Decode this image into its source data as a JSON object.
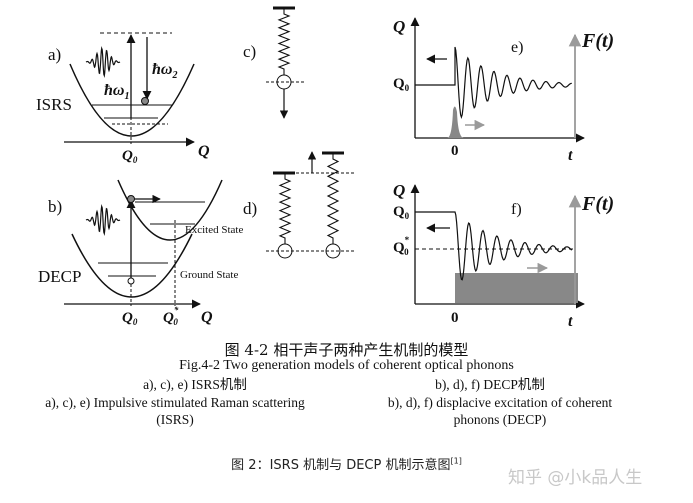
{
  "panels": {
    "a": {
      "tag": "a)",
      "hw1": "ħω",
      "hw1_sub": "1",
      "hw2": "ħω",
      "hw2_sub": "2",
      "side": "ISRS",
      "q0": "Q",
      "q0_sub": "0",
      "q": "Q"
    },
    "b": {
      "tag": "b)",
      "excited": "Excited State",
      "ground": "Ground State",
      "side": "DECP",
      "q0": "Q",
      "q0_sub": "0",
      "q0s": "Q",
      "q0s_sub": "0",
      "q0s_sup": "*",
      "q": "Q"
    },
    "c": {
      "tag": "c)"
    },
    "d": {
      "tag": "d)"
    },
    "e": {
      "tag": "e)",
      "y": "Q",
      "y0": "Q",
      "y0_sub": "0",
      "f": "F(t)",
      "zero": "0",
      "t": "t"
    },
    "f": {
      "tag": "f)",
      "y": "Q",
      "y0": "Q",
      "y0_sub": "0",
      "y0s": "Q",
      "y0s_sub": "0",
      "y0s_sup": "*",
      "f": "F(t)",
      "zero": "0",
      "t": "t"
    }
  },
  "caption": {
    "cn": "图 4-2  相干声子两种产生机制的模型",
    "en": "Fig.4-2 Two generation models of coherent optical phonons",
    "left1": "a), c), e) ISRS机制",
    "right1": "b), d), f) DECP机制",
    "left2": "a), c), e) Impulsive stimulated Raman scattering",
    "left3": "(ISRS)",
    "right2": "b), d), f) displacive excitation of coherent",
    "right3": "phonons (DECP)"
  },
  "figure_caption": {
    "text": "图 2：ISRS 机制与 DECP 机制示意图",
    "ref": "[1]"
  },
  "watermark": "知乎 @小k品人生"
}
